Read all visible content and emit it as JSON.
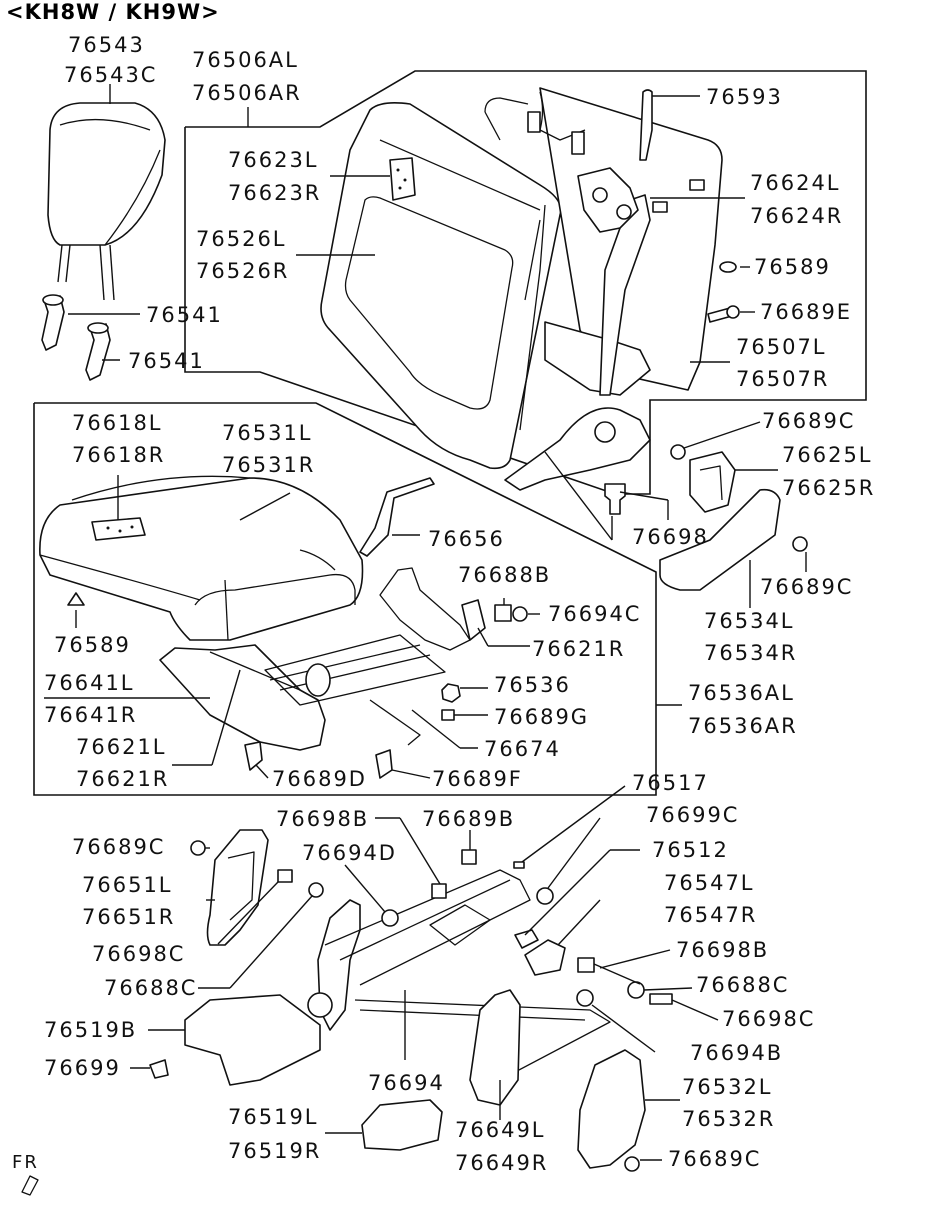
{
  "title": "<KH8W / KH9W>",
  "labels": [
    {
      "id": "l76543",
      "text": "76543"
    },
    {
      "id": "l76543C",
      "text": "76543C"
    },
    {
      "id": "l76506AL",
      "text": "76506AL"
    },
    {
      "id": "l76506AR",
      "text": "76506AR"
    },
    {
      "id": "l76593",
      "text": "76593"
    },
    {
      "id": "l76623L",
      "text": "76623L"
    },
    {
      "id": "l76623R",
      "text": "76623R"
    },
    {
      "id": "l76624L",
      "text": "76624L"
    },
    {
      "id": "l76624R",
      "text": "76624R"
    },
    {
      "id": "l76526L",
      "text": "76526L"
    },
    {
      "id": "l76526R",
      "text": "76526R"
    },
    {
      "id": "l76589a",
      "text": "76589"
    },
    {
      "id": "l76541a",
      "text": "76541"
    },
    {
      "id": "l76689E",
      "text": "76689E"
    },
    {
      "id": "l76541b",
      "text": "76541"
    },
    {
      "id": "l76507L",
      "text": "76507L"
    },
    {
      "id": "l76507R",
      "text": "76507R"
    },
    {
      "id": "l76618L",
      "text": "76618L"
    },
    {
      "id": "l76531L",
      "text": "76531L"
    },
    {
      "id": "l76689Ca",
      "text": "76689C"
    },
    {
      "id": "l76618R",
      "text": "76618R"
    },
    {
      "id": "l76531R",
      "text": "76531R"
    },
    {
      "id": "l76625L",
      "text": "76625L"
    },
    {
      "id": "l76625R",
      "text": "76625R"
    },
    {
      "id": "l76656",
      "text": "76656"
    },
    {
      "id": "l76698a",
      "text": "76698"
    },
    {
      "id": "l76688B",
      "text": "76688B"
    },
    {
      "id": "l76689Cb",
      "text": "76689C"
    },
    {
      "id": "l76694C",
      "text": "76694C"
    },
    {
      "id": "l76589b",
      "text": "76589"
    },
    {
      "id": "l76621R",
      "text": "76621R"
    },
    {
      "id": "l76534L",
      "text": "76534L"
    },
    {
      "id": "l76534R",
      "text": "76534R"
    },
    {
      "id": "l76641L",
      "text": "76641L"
    },
    {
      "id": "l76536",
      "text": "76536"
    },
    {
      "id": "l76536AL",
      "text": "76536AL"
    },
    {
      "id": "l76641R",
      "text": "76641R"
    },
    {
      "id": "l76689G",
      "text": "76689G"
    },
    {
      "id": "l76536AR",
      "text": "76536AR"
    },
    {
      "id": "l76621L",
      "text": "76621L"
    },
    {
      "id": "l76674",
      "text": "76674"
    },
    {
      "id": "l76621Rb",
      "text": "76621R"
    },
    {
      "id": "l76689D",
      "text": "76689D"
    },
    {
      "id": "l76689F",
      "text": "76689F"
    },
    {
      "id": "l76517",
      "text": "76517"
    },
    {
      "id": "l76698B",
      "text": "76698B"
    },
    {
      "id": "l76689B",
      "text": "76689B"
    },
    {
      "id": "l76699C",
      "text": "76699C"
    },
    {
      "id": "l76689Cc",
      "text": "76689C"
    },
    {
      "id": "l76512",
      "text": "76512"
    },
    {
      "id": "l76694D",
      "text": "76694D"
    },
    {
      "id": "l76651L",
      "text": "76651L"
    },
    {
      "id": "l76547L",
      "text": "76547L"
    },
    {
      "id": "l76651R",
      "text": "76651R"
    },
    {
      "id": "l76547R",
      "text": "76547R"
    },
    {
      "id": "l76698C",
      "text": "76698C"
    },
    {
      "id": "l76698Bb",
      "text": "76698B"
    },
    {
      "id": "l76688C",
      "text": "76688C"
    },
    {
      "id": "l76688Cb",
      "text": "76688C"
    },
    {
      "id": "l76519B",
      "text": "76519B"
    },
    {
      "id": "l76698Cb",
      "text": "76698C"
    },
    {
      "id": "l76699",
      "text": "76699"
    },
    {
      "id": "l76694B",
      "text": "76694B"
    },
    {
      "id": "l76694",
      "text": "76694"
    },
    {
      "id": "l76532L",
      "text": "76532L"
    },
    {
      "id": "l76519L",
      "text": "76519L"
    },
    {
      "id": "l76532R",
      "text": "76532R"
    },
    {
      "id": "l76649L",
      "text": "76649L"
    },
    {
      "id": "l76519R",
      "text": "76519R"
    },
    {
      "id": "l76649R",
      "text": "76649R"
    },
    {
      "id": "l76689Cd",
      "text": "76689C"
    }
  ],
  "fr_marker": "FR"
}
